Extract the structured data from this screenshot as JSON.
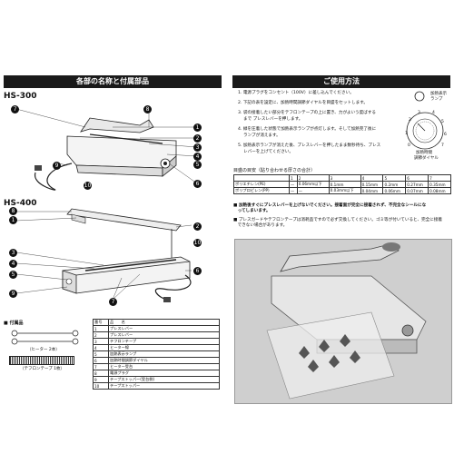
{
  "left_header": "各部の名称と付属部品",
  "right_header": "ご使用方法",
  "hs300": {
    "model": "HS-300",
    "callouts": [
      "7",
      "8",
      "1",
      "2",
      "3",
      "4",
      "5",
      "6",
      "9",
      "10"
    ]
  },
  "hs400": {
    "model": "HS-400",
    "callouts": [
      "8",
      "1",
      "2",
      "3",
      "4",
      "5",
      "6",
      "7",
      "9",
      "10"
    ]
  },
  "accessories": {
    "title": "付属品",
    "heater_label": "（ヒーター 2本）",
    "tape_label": "（テフロンテープ 1枚）"
  },
  "parts_table": {
    "header_no": "番号",
    "header_name": "品　　名",
    "rows": [
      {
        "no": "1",
        "name": "プレスレバー"
      },
      {
        "no": "2",
        "name": "プレスレバー"
      },
      {
        "no": "3",
        "name": "テフロンテープ"
      },
      {
        "no": "4",
        "name": "ヒーター線"
      },
      {
        "no": "5",
        "name": "加熱表示ランプ"
      },
      {
        "no": "6",
        "name": "加熱時間調節ダイヤル"
      },
      {
        "no": "7",
        "name": "ヒーター受台"
      },
      {
        "no": "8",
        "name": "電源プラグ"
      },
      {
        "no": "9",
        "name": "テープストッパー(受台側)"
      },
      {
        "no": "10",
        "name": "テープストッパー"
      }
    ]
  },
  "steps": [
    "1. 電源プラグをコンセント（100V）に差し込んでください。",
    "2. 下記の表を設定に、加熱時間調節ダイヤルを目盛をセットします。",
    "3. 袋の接着したい部分をテフロンテープの上に置き、力がよいう度ばする",
    "まで プレスレバーを押します。",
    "4. 緑を圧着した状態で加熱表示ランプが点灯します。そして加熱完了後に",
    "ランプが消えます。",
    "5. 加熱表示ランプが消えた後、プレスレバーを押したまま数秒待ち、プレス",
    "レバーを上げてください。"
  ],
  "dial": {
    "lamp_label_1": "加熱表示",
    "lamp_label_2": "ランプ",
    "numbers": [
      "0",
      "1",
      "2",
      "3",
      "4",
      "5",
      "6",
      "7"
    ],
    "dial_label_1": "加熱時間",
    "dial_label_2": "調節ダイヤル"
  },
  "settings_table": {
    "title": "目盛の目安（貼り合わせる厚さの合計）",
    "columns": [
      "",
      "1",
      "2",
      "3",
      "4",
      "5",
      "6",
      "7"
    ],
    "rows": [
      {
        "label": "ポリエチレン(PE)",
        "values": [
          "—",
          "0.06mm以下",
          "0.1mm",
          "0.15mm",
          "0.2mm",
          "0.27mm",
          "0.35mm"
        ]
      },
      {
        "label": "ポリプロピレン(PP)",
        "values": [
          "—",
          "—",
          "0.03mm以下",
          "0.04mm",
          "0.06mm",
          "0.07mm",
          "0.08mm"
        ]
      }
    ]
  },
  "notes": [
    "■ 加熱後すぐにプレスレバーを上げないでください。接着面が完全に接着されず、不完全なシールにな",
    "　ってしまいます。",
    "■ プレスガードやテフロンテープは消耗品ですので必ず交換してください。ゴミ等が付いていると、完全に接着",
    "　できない場合があります。"
  ]
}
